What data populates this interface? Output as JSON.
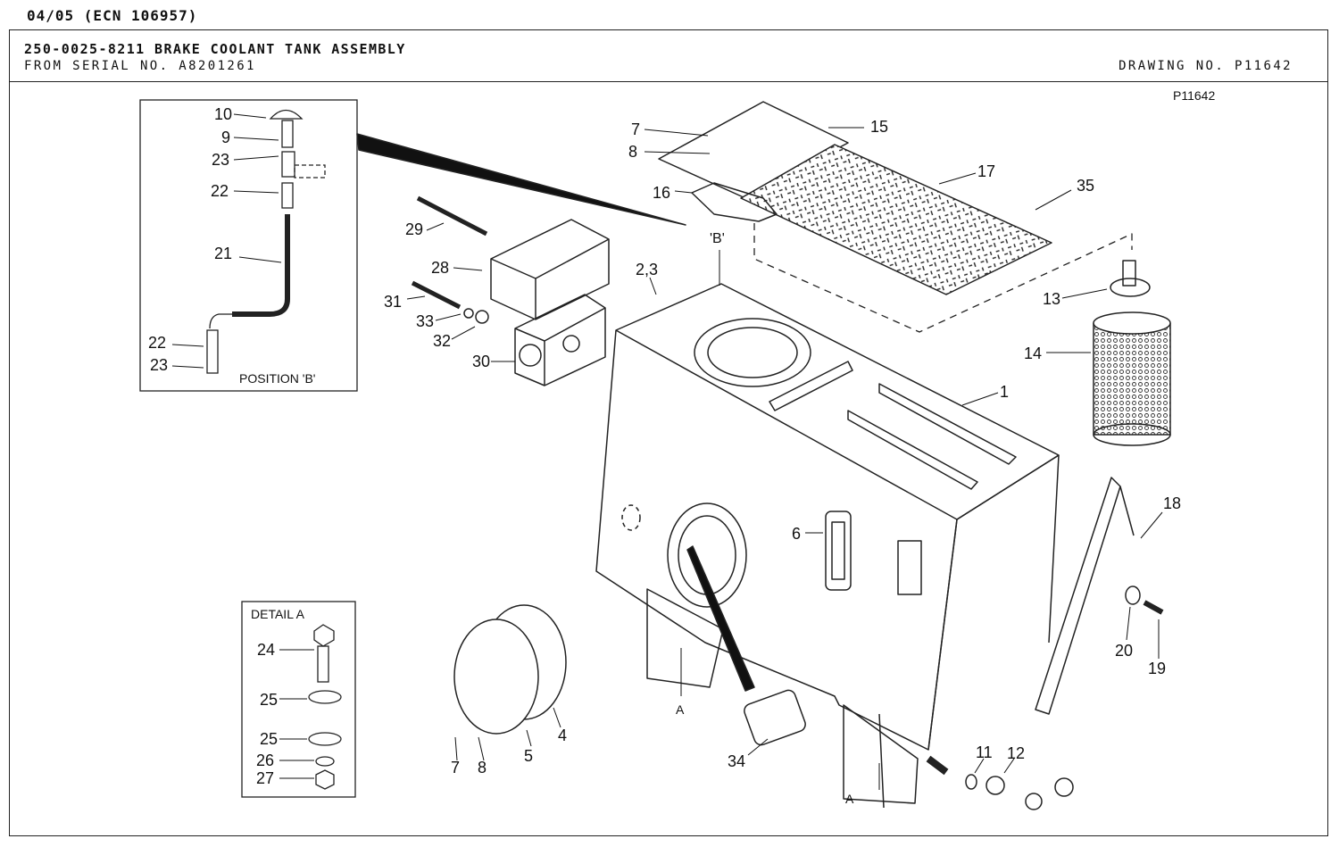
{
  "header": {
    "revision": "04/05 (ECN 106957)",
    "title": "250-0025-8211 BRAKE COOLANT TANK ASSEMBLY",
    "serial": "FROM SERIAL NO. A8201261",
    "drawing_no": "DRAWING NO. P11642"
  },
  "drawing_ref": "P11642",
  "inset_b": {
    "caption": "POSITION 'B'",
    "callouts": [
      "10",
      "9",
      "23",
      "22",
      "21",
      "22",
      "23"
    ]
  },
  "detail_a": {
    "caption": "DETAIL A",
    "callouts": [
      "24",
      "25",
      "25",
      "26",
      "27"
    ]
  },
  "view_labels": {
    "b_marker": "'B'",
    "a_left": "A",
    "a_right": "A"
  },
  "callouts": {
    "c7_top": "7",
    "c8_top": "8",
    "c15": "15",
    "c16": "16",
    "c17": "17",
    "c35": "35",
    "c29": "29",
    "c28": "28",
    "c31": "31",
    "c33": "33",
    "c32": "32",
    "c30": "30",
    "c23_pair": "2,3",
    "c13": "13",
    "c14": "14",
    "c1": "1",
    "c18": "18",
    "c6": "6",
    "c20": "20",
    "c19": "19",
    "c4": "4",
    "c5": "5",
    "c7_bot": "7",
    "c8_bot": "8",
    "c34": "34",
    "c11": "11",
    "c12": "12"
  }
}
